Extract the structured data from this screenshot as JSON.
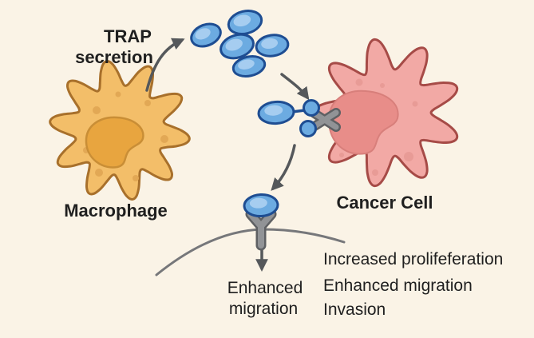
{
  "labels": {
    "secretion_line1": "TRAP",
    "secretion_line2": "secretion",
    "macrophage": "Macrophage",
    "cancer_cell": "Cancer Cell",
    "receptor_effect_line1": "Enhanced",
    "receptor_effect_line2": "migration",
    "outcomes": [
      "Increased prolifeferation",
      "Enhanced migration",
      "Invasion"
    ]
  },
  "colors": {
    "background": "#FAF3E6",
    "text": "#1F1F1F",
    "arrow_gray": "#55585B",
    "membrane_gray": "#76777A",
    "receptor_fill": "#919396",
    "receptor_outline": "#5E6063",
    "macrophage_body": "#F3BE69",
    "macrophage_outline": "#A8702B",
    "macrophage_nucleus": "#E8A53F",
    "macrophage_nucleus_outline": "#C98E36",
    "macrophage_speckle": "#E2A855",
    "cancer_body": "#F2A9A5",
    "cancer_outline": "#A64B47",
    "cancer_nucleus": "#E88D89",
    "cancer_nucleus_outline": "#D87F7B",
    "cancer_speckle": "#E89B96",
    "trap_fill": "#6CABE1",
    "trap_outline": "#1E4D92",
    "trap_highlight": "#A6CDF0"
  }
}
